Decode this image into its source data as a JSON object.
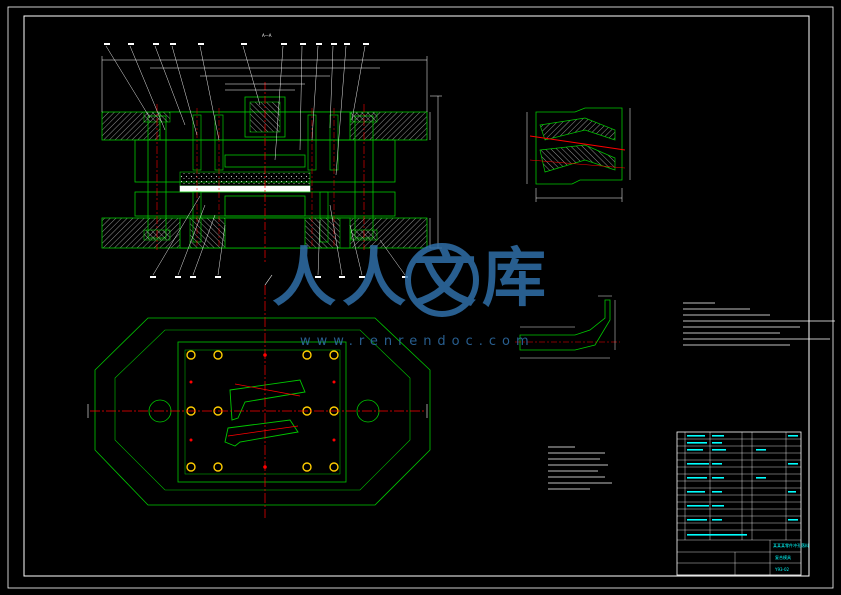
{
  "drawing": {
    "section_label": "A—A",
    "title_block": {
      "title_line": "某某某零件冲孔落料",
      "sub_line": "复合模具",
      "drawing_no": "Y93-02"
    }
  },
  "watermark": {
    "text": "人人文库",
    "url": "www.renrendoc.com"
  },
  "colors": {
    "background": "#000000",
    "frame": "#ffffff",
    "outline": "#00c800",
    "centerline": "#ff0000",
    "hatch": "#ffffff",
    "hole": "#ffcc00",
    "dimension": "#ffffff",
    "title_block_text": "#00ffff",
    "watermark": "#2f6fa8"
  }
}
